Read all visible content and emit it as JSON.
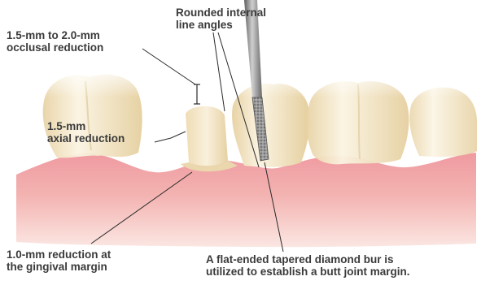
{
  "labels": {
    "rounded_internal": {
      "line1": "Rounded internal",
      "line2": "line angles"
    },
    "occlusal_reduction": {
      "line1": "1.5-mm to 2.0-mm",
      "line2": "occlusal reduction"
    },
    "axial_reduction": {
      "line1": "1.5-mm",
      "line2": "axial reduction"
    },
    "gingival_margin": {
      "line1": "1.0-mm reduction at",
      "line2": "the gingival margin"
    },
    "diamond_bur": {
      "line1": "A flat-ended tapered diamond bur is",
      "line2": "utilized to establish a butt joint margin."
    }
  },
  "colors": {
    "gum": "#e8888e",
    "gum_light": "#f6c9c6",
    "tooth": "#f6ecd2",
    "tooth_shade": "#e6d3ab",
    "prepared_tooth": "#f1e3c2",
    "bur_metal": "#8a8a8a",
    "leader_line": "#2a2a2a",
    "label_text": "#3a3a3a"
  }
}
